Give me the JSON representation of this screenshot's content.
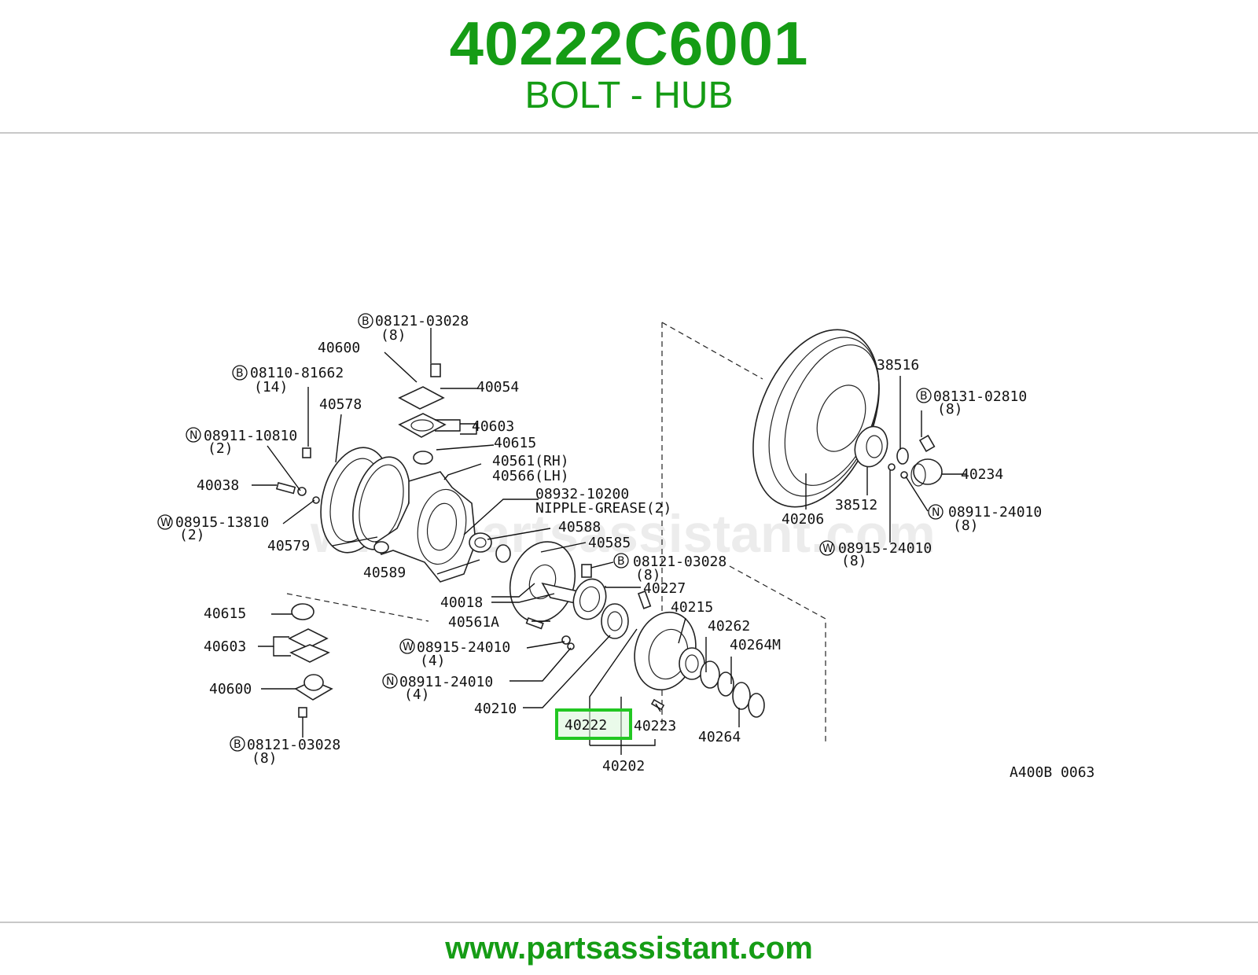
{
  "header": {
    "part_number": "40222C6001",
    "part_name": "BOLT - HUB"
  },
  "footer": {
    "website": "www.partsassistant.com"
  },
  "diagram": {
    "watermark": "www.partsassistant.com",
    "code": "A400B 0063",
    "highlight_color": "#22c722",
    "highlighted_part": "40222",
    "labels": {
      "b_08121_03028_top": "08121-03028",
      "qty_8_top": "(8)",
      "p40600_top": "40600",
      "p40054": "40054",
      "b_08110_81662": "08110-81662",
      "qty_14": "(14)",
      "p40578": "40578",
      "p40603_top": "40603",
      "p40615_top": "40615",
      "n_08911_10810": "08911-10810",
      "qty_2_n": "(2)",
      "p40561_rh": "40561(RH)",
      "p40566_lh": "40566(LH)",
      "p40038": "40038",
      "p08932_10200": "08932-10200",
      "nipple_grease": "NIPPLE-GREASE(2)",
      "w_08915_13810": "08915-13810",
      "qty_2_w": "(2)",
      "p40579": "40579",
      "p40588": "40588",
      "p40585": "40585",
      "b_08121_03028_mid": "08121-03028",
      "qty_8_mid": "(8)",
      "p40589": "40589",
      "p40227": "40227",
      "p40018": "40018",
      "p40215": "40215",
      "p40615_bot": "40615",
      "p40561a": "40561A",
      "p40262": "40262",
      "p40603_bot": "40603",
      "w_08915_24010_left": "08915-24010",
      "qty_4_w": "(4)",
      "p40264m": "40264M",
      "n_08911_24010_left": "08911-24010",
      "qty_4_n": "(4)",
      "p40600_bot": "40600",
      "p40210": "40210",
      "p40222": "40222",
      "p40223": "40223",
      "p40264": "40264",
      "b_08121_03028_bot": "08121-03028",
      "qty_8_bot": "(8)",
      "p40202": "40202",
      "p38516": "38516",
      "b_08131_02810": "08131-02810",
      "qty_8_b": "(8)",
      "p40234": "40234",
      "p38512": "38512",
      "p40206": "40206",
      "n_08911_24010_right": "08911-24010",
      "qty_8_n": "(8)",
      "w_08915_24010_right": "08915-24010",
      "qty_8_w": "(8)"
    },
    "prefixes": {
      "b": "B",
      "n": "N",
      "w": "W"
    }
  }
}
